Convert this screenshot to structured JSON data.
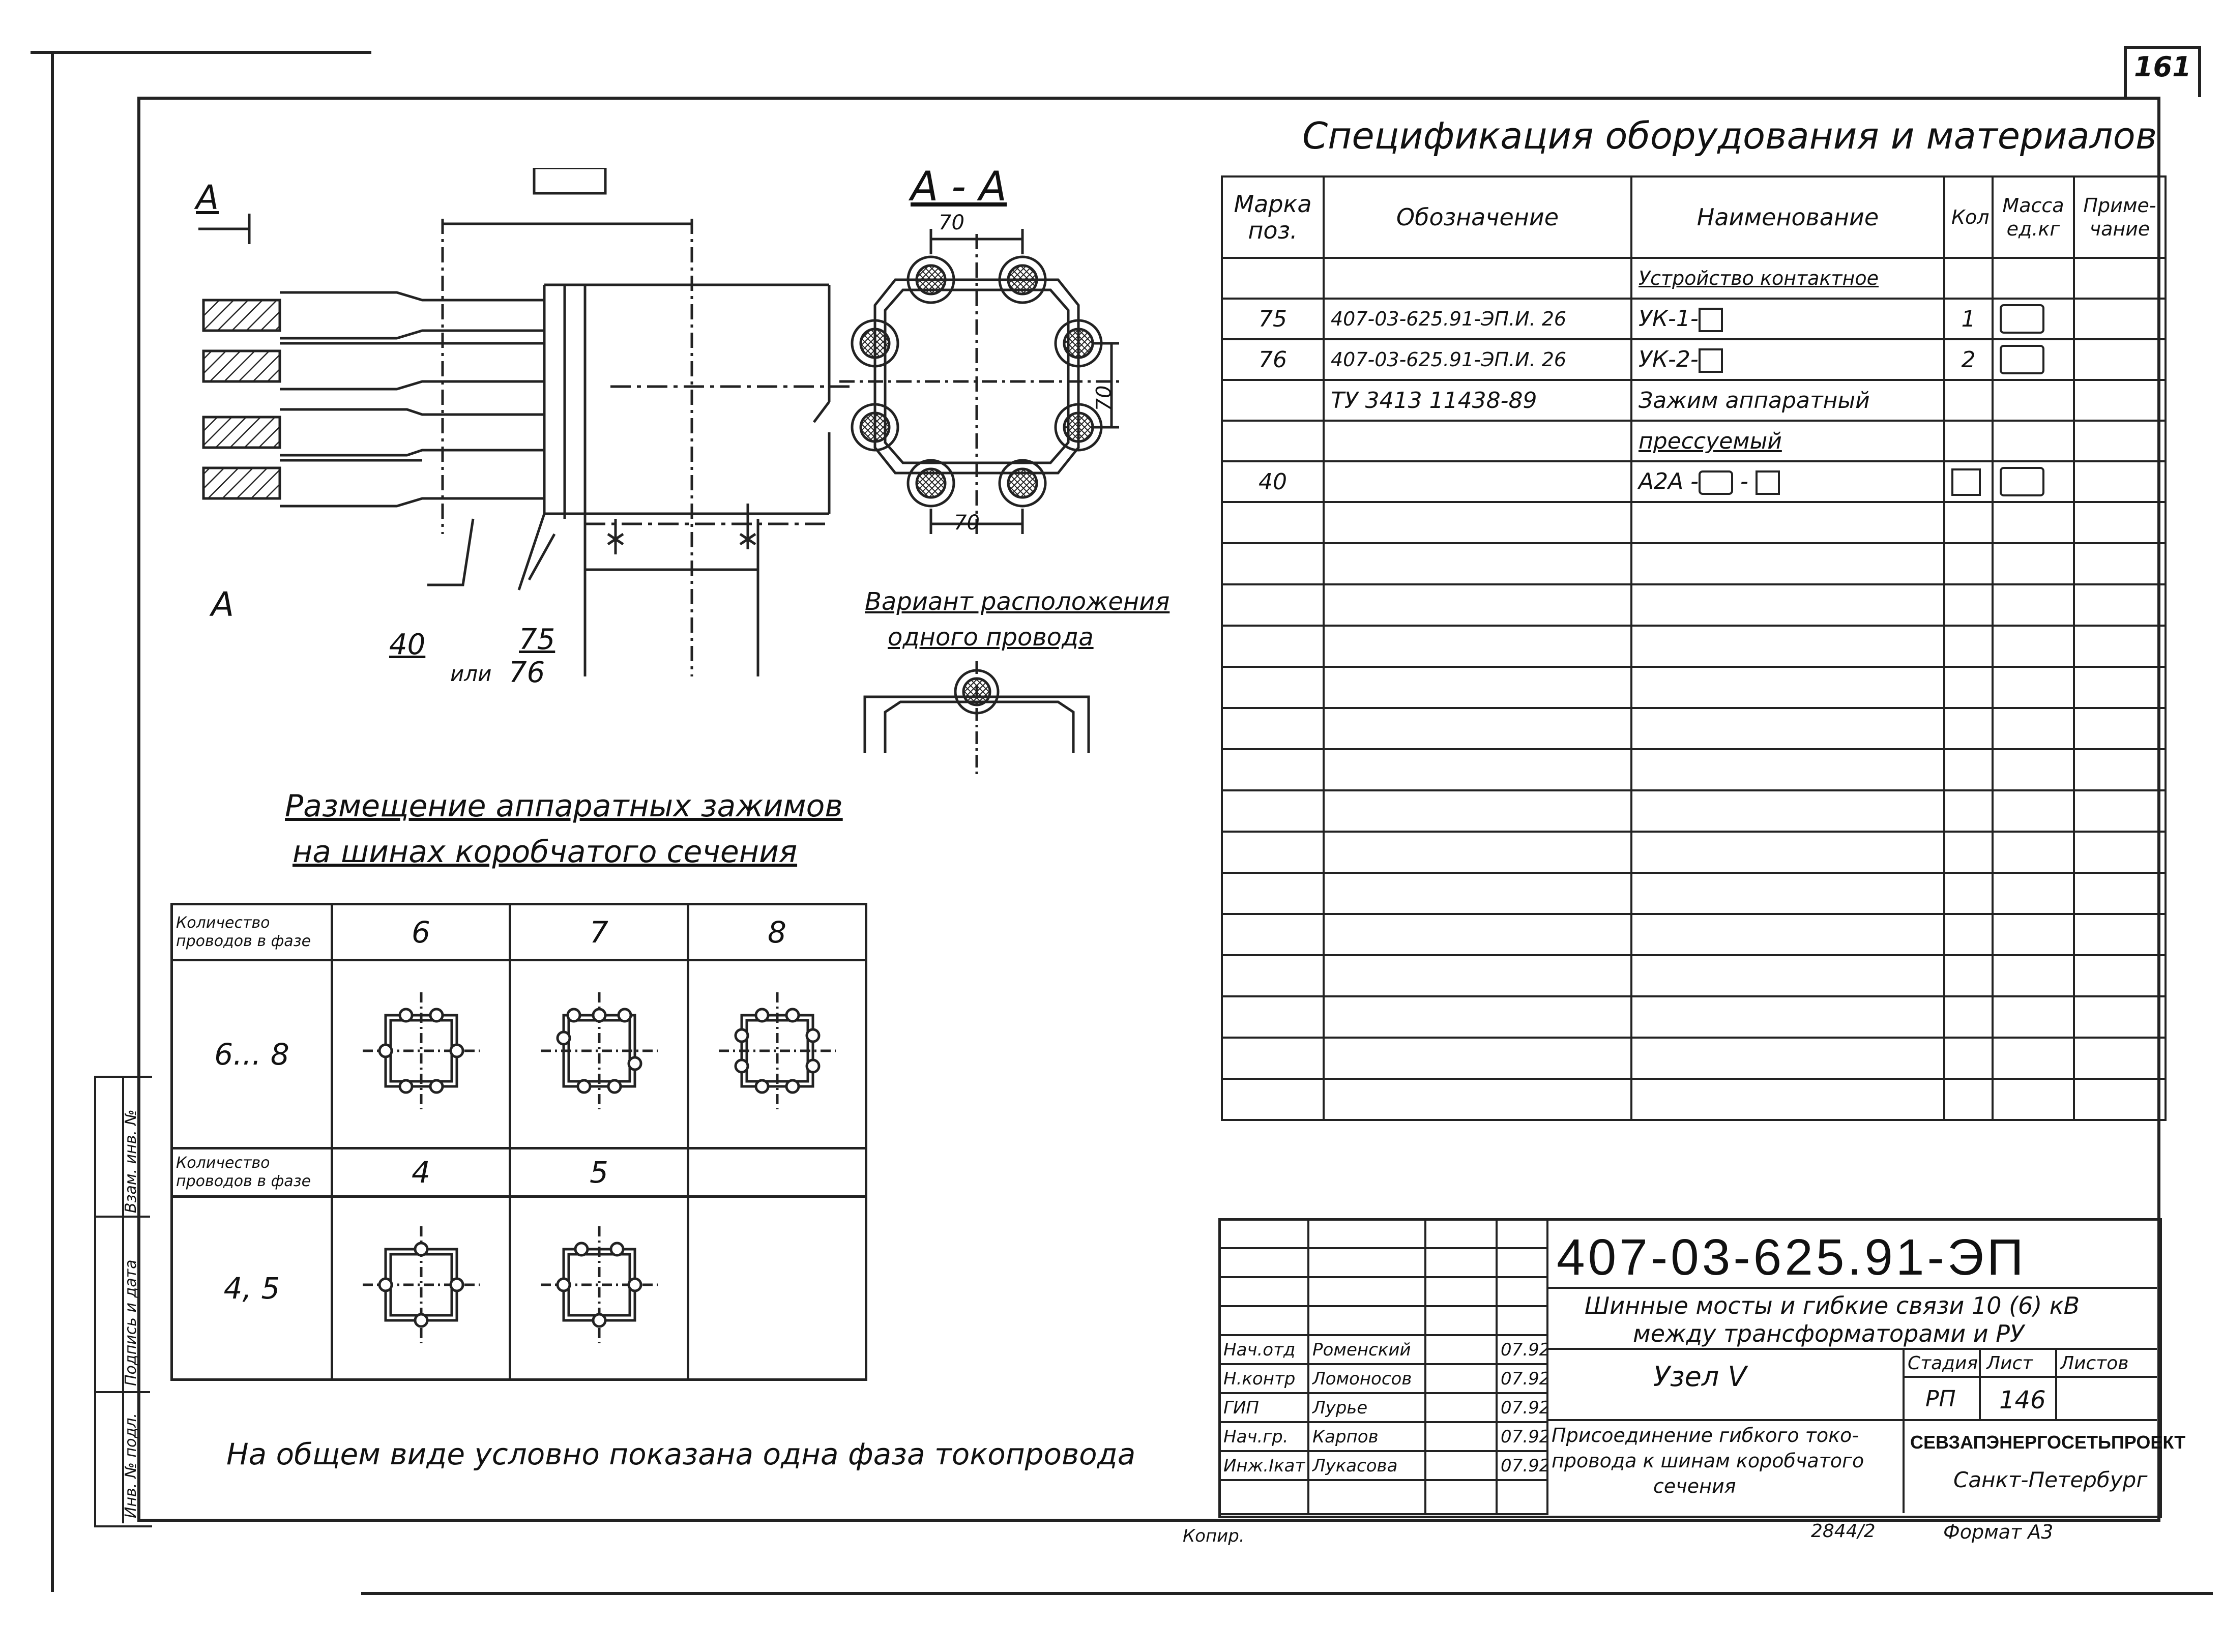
{
  "sheet_number": "161",
  "spec": {
    "title": "Спецификация оборудования и материалов",
    "headers": [
      "Марка поз.",
      "Обозначение",
      "Наименование",
      "Кол",
      "Масса ед.кг",
      "Приме-чание"
    ],
    "rows": [
      {
        "pos": "",
        "designation": "",
        "name": "Устройство контактное",
        "qty": "",
        "mass": "",
        "note": ""
      },
      {
        "pos": "75",
        "designation": "407-03-625.91-ЭП.И. 26",
        "name": "УК-1-",
        "qty": "1",
        "mass": "",
        "note": ""
      },
      {
        "pos": "76",
        "designation": "407-03-625.91-ЭП.И. 26",
        "name": "УК-2-",
        "qty": "2",
        "mass": "",
        "note": ""
      },
      {
        "pos": "",
        "designation": "ТУ 3413 11438-89",
        "name": "Зажим аппаратный",
        "qty": "",
        "mass": "",
        "note": ""
      },
      {
        "pos": "",
        "designation": "",
        "name": "прессуемый",
        "qty": "",
        "mass": "",
        "note": ""
      },
      {
        "pos": "40",
        "designation": "",
        "name": "А2А -",
        "qty": "",
        "mass": "",
        "note": ""
      }
    ]
  },
  "drawing": {
    "section_top": "А",
    "section_bottom": "А",
    "section_view_label": "А - А",
    "dim_top": "70",
    "dim_side": "70",
    "dim_bottom": "70",
    "pos_40": "40",
    "pos_75": "75",
    "pos_76_prefix": "или",
    "pos_76": "76",
    "variant_title_1": "Вариант расположения",
    "variant_title_2": "одного провода"
  },
  "placement": {
    "title_1": "Размещение аппаратных зажимов",
    "title_2": "на шинах коробчатого сечения",
    "header_label": "Количество проводов в фазе",
    "cols_a": [
      "6",
      "7",
      "8"
    ],
    "row_a": "6... 8",
    "cols_b": [
      "4",
      "5"
    ],
    "row_b": "4, 5"
  },
  "note": "На общем виде условно показана одна фаза токопровода",
  "title_block": {
    "code": "407-03-625.91-ЭП",
    "project_1": "Шинные мосты и гибкие связи 10 (6) кВ",
    "project_2": "между трансформаторами и РУ",
    "node": "Узел V",
    "stage_label": "Стадия",
    "sheet_label": "Лист",
    "sheets_label": "Листов",
    "stage": "РП",
    "sheet": "146",
    "sheet_desc_1": "Присоединение гибкого токо-",
    "sheet_desc_2": "провода к шинам коробчатого",
    "sheet_desc_3": "сечения",
    "org": "СЕВЗАПЭНЕРГОСЕТЬПРОЕКТ",
    "city": "Санкт-Петербург",
    "people": [
      {
        "role": "Нач.отд",
        "name": "Роменский",
        "date": "07.92"
      },
      {
        "role": "Н.контр",
        "name": "Ломоносов",
        "date": "07.92"
      },
      {
        "role": "ГИП",
        "name": "Лурье",
        "date": "07.92"
      },
      {
        "role": "Нач.гр.",
        "name": "Карпов",
        "date": "07.92"
      },
      {
        "role": "Инж.Iкат",
        "name": "Лукасова",
        "date": "07.92"
      }
    ]
  },
  "footer": {
    "copied": "Копир.",
    "number": "2844/2",
    "format": "Формат А3"
  },
  "side_stamps": [
    "Взам. инв. №",
    "Подпись и дата",
    "Инв. № подл."
  ]
}
